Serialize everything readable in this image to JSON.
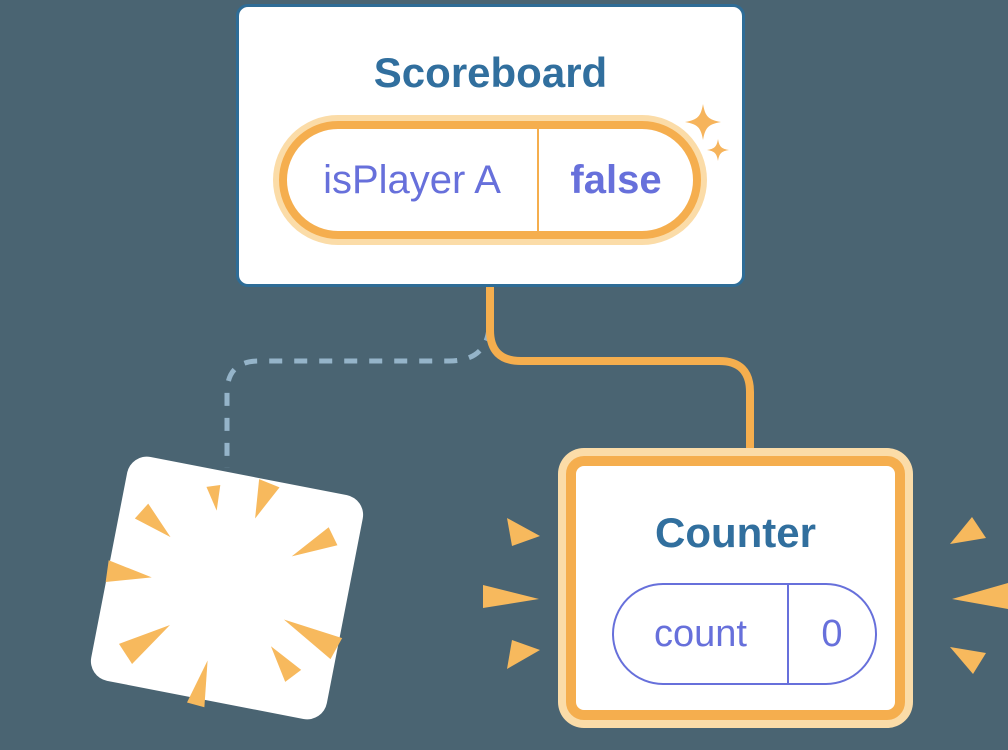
{
  "diagram": {
    "description": "React state preservation diagram: Scoreboard component keeps state while Counter is re-created and another component is destroyed",
    "colors": {
      "background": "#4A6472",
      "card_background": "#FFFFFF",
      "card_border_blue": "#2E6C96",
      "title_blue": "#316F9E",
      "accent_orange": "#F5AE4E",
      "orange_glow": "#FBDCA8",
      "burst_orange": "#F7B95D",
      "state_purple": "#6770DB",
      "dashed_line_blue": "#95B4C9"
    }
  },
  "scoreboard": {
    "title": "Scoreboard",
    "state": {
      "key": "isPlayer A",
      "value": "false"
    }
  },
  "counter": {
    "title": "Counter",
    "state": {
      "key": "count",
      "value": "0"
    }
  },
  "icons": {
    "sparkles": "sparkles-icon",
    "poof": "poof-burst-icon",
    "bursts": "burst-marks-icon"
  }
}
